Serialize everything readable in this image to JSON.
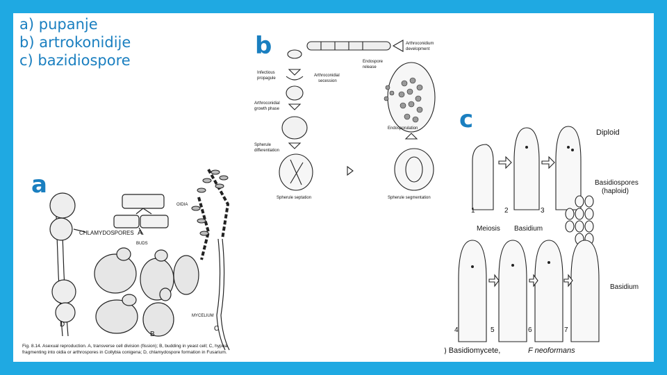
{
  "intro": {
    "lines": [
      "a) pupanje",
      "b) artrokonidije",
      "c) bazidiospore"
    ]
  },
  "panel_letters": {
    "a": "a",
    "b": "b",
    "c": "c"
  },
  "figure_a": {
    "labels": {
      "chlamydospores": "CHLAMYDOSPORES",
      "oidia": "OIDIA",
      "buds": "BUDS",
      "mycelium": "MYCELIUM",
      "a": "A",
      "b": "B",
      "c": "C",
      "d": "D"
    },
    "caption_line1": "Fig. 8.14. Asexual reproduction. A, transverse cell division (fission); B, budding in yeast cell; C, hypha",
    "caption_line2": "fragmenting into oidia or arthrospores in Collybia conigena; D, chlamydospore formation in Fusarium."
  },
  "figure_b": {
    "labels": {
      "arthroconidium_development_1": "Arthroconidium",
      "arthroconidium_development_2": "development",
      "infectious_1": "Infectious",
      "infectious_2": "propagule",
      "secession_1": "Arthroconidial",
      "secession_2": "secession",
      "endospore_1": "Endospore",
      "endospore_2": "release",
      "growth_1": "Arthroconidial",
      "growth_2": "growth phase",
      "endosporulation": "Endosporulation",
      "spherule_diff_1": "Spherule",
      "spherule_diff_2": "differentiation",
      "spherule_septation": "Spherule septation",
      "spherule_segmentation": "Spherule segmentation"
    }
  },
  "figure_c": {
    "labels": {
      "diploid": "Diploid",
      "basidiospores_1": "Basidiospores",
      "basidiospores_2": "(haploid)",
      "meiosis": "Meiosis",
      "basidium_top": "Basidium",
      "basidium_right": "Basidium",
      "n1": "1",
      "n2": "2",
      "n3": "3",
      "n4": "4",
      "n5": "5",
      "n6": "6",
      "n7": "7"
    },
    "caption_prefix": "(B) Basidiomycete,",
    "caption_species": "F neoformans"
  },
  "colors": {
    "frame": "#1fa9e2",
    "text_accent": "#1a7fc0"
  }
}
